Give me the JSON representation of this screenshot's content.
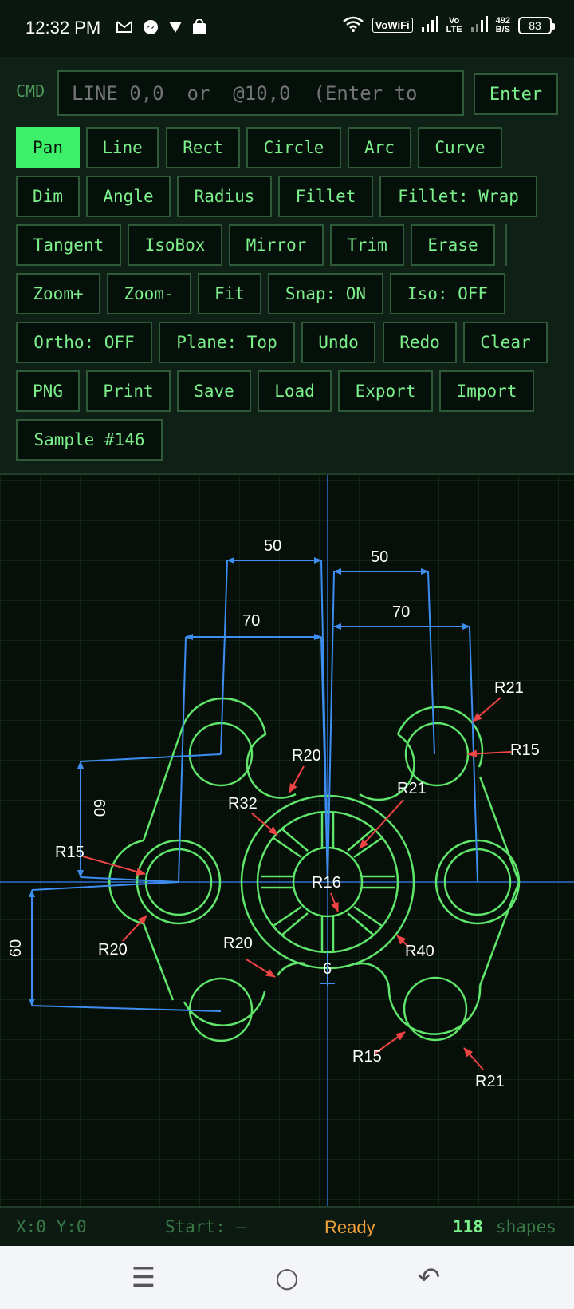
{
  "status_bar": {
    "time": "12:32 PM",
    "left_icons": [
      "gmail-icon",
      "messenger-icon",
      "vpn-icon",
      "shop-icon"
    ],
    "vowifi": "VoWiFi",
    "lte_top": "Vo",
    "lte_bottom": "LTE",
    "net_speed_value": "492",
    "net_speed_unit": "B/S",
    "battery": "83"
  },
  "command": {
    "label": "CMD",
    "placeholder": "LINE 0,0  or  @10,0  (Enter to",
    "enter_label": "Enter"
  },
  "toolbar": {
    "row1": [
      "Pan",
      "Line",
      "Rect",
      "Circle",
      "Arc",
      "Curve"
    ],
    "row2": [
      "Dim",
      "Angle",
      "Radius",
      "Fillet",
      "Fillet: Wrap"
    ],
    "row3": [
      "Tangent",
      "IsoBox",
      "Mirror",
      "Trim",
      "Erase"
    ],
    "row4": [
      "Zoom+",
      "Zoom-",
      "Fit",
      "Snap: ON",
      "Iso: OFF"
    ],
    "row5": [
      "Ortho: OFF",
      "Plane: Top",
      "Undo",
      "Redo",
      "Clear"
    ],
    "row6": [
      "PNG",
      "Print",
      "Save",
      "Load",
      "Export",
      "Import"
    ],
    "row7": [
      "Sample #146"
    ],
    "active": "Pan"
  },
  "drawing": {
    "dims": [
      "50",
      "50",
      "70",
      "70",
      "60",
      "60",
      "6"
    ],
    "labels": [
      "R21",
      "R15",
      "R20",
      "R32",
      "R21",
      "R15",
      "R16",
      "R20",
      "R20",
      "R40",
      "R15",
      "R21"
    ],
    "colors": {
      "geometry": "#5fe66b",
      "dimension": "#3d8ef0",
      "leader": "#ef4444",
      "axis": "#2f6fd1",
      "grid": "#173524"
    }
  },
  "footer": {
    "coords": "X:0 Y:0",
    "start": "Start: —",
    "status": "Ready",
    "count": "118",
    "shapes_label": "shapes"
  },
  "navbar": {
    "menu_icon": "☰",
    "home_icon": "○",
    "back_icon": "↶"
  }
}
